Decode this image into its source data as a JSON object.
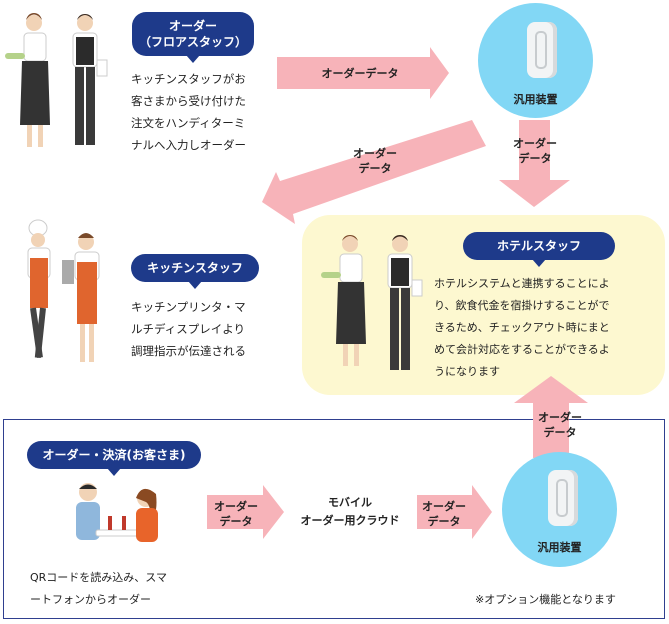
{
  "floor": {
    "bubble": "オーダー\n（フロアスタッフ）",
    "description": "キッチンスタッフがお\n客さまから受け付けた\n注文をハンディターミ\nナルへ入力しオーダー"
  },
  "kitchen": {
    "bubble": "キッチンスタッフ",
    "description": "キッチンプリンタ・マ\nルチディスプレイより\n調理指示が伝達される"
  },
  "hotel": {
    "bubble": "ホテルスタッフ",
    "description": "ホテルシステムと連携することによ\nり、飲食代金を宿掛けすることがで\nきるため、チェックアウト時にまと\nめて会計対応をすることができるよ\nうになります"
  },
  "customer": {
    "bubble": "オーダー・決済(お客さま)",
    "description": "QRコードを読み込み、スマ\nートフォンからオーダー"
  },
  "arrows": {
    "order_data_right": "オーダーデータ",
    "order_data_down": "オーダー\nデータ",
    "order_data_diag": "オーダー\nデータ",
    "order_data_up": "オーダー\nデータ",
    "order_data_mobile1": "オーダー\nデータ",
    "order_data_mobile2": "オーダー\nデータ"
  },
  "device_top": {
    "label": "汎用装置"
  },
  "device_bottom": {
    "label": "汎用装置"
  },
  "cloud": {
    "label": "モバイル\nオーダー用クラウド"
  },
  "footnote": "※オプション機能となります",
  "colors": {
    "navy": "#1e3a8a",
    "arrow_pink": "#f7b3b9",
    "device_blue": "#82d7f5",
    "hotel_bg": "#fdf8d0"
  }
}
